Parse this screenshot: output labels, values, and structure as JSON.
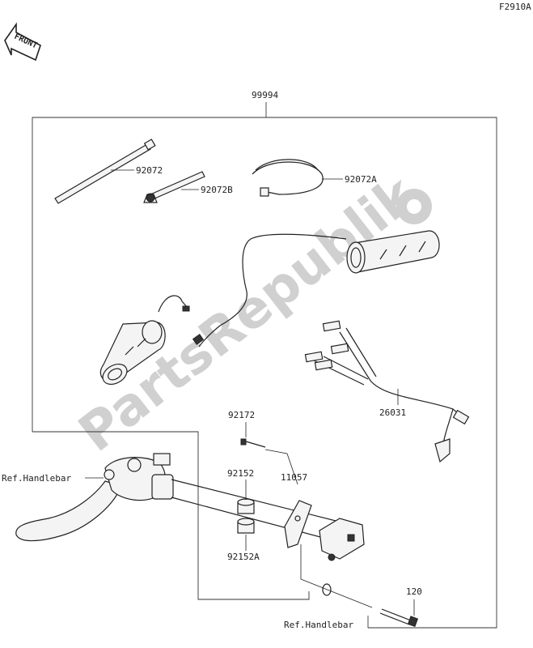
{
  "diagram_code": "F2910A",
  "front_label": "FRONT",
  "watermark": "PartsRepublik",
  "labels": {
    "assembly": "99994",
    "p92072": "92072",
    "p92072b": "92072B",
    "p92072a": "92072A",
    "p26031": "26031",
    "p92172": "92172",
    "p92152": "92152",
    "p11057": "11057",
    "p92152a": "92152A",
    "p120": "120",
    "ref_handlebar_left": "Ref.Handlebar",
    "ref_handlebar_bottom": "Ref.Handlebar"
  }
}
